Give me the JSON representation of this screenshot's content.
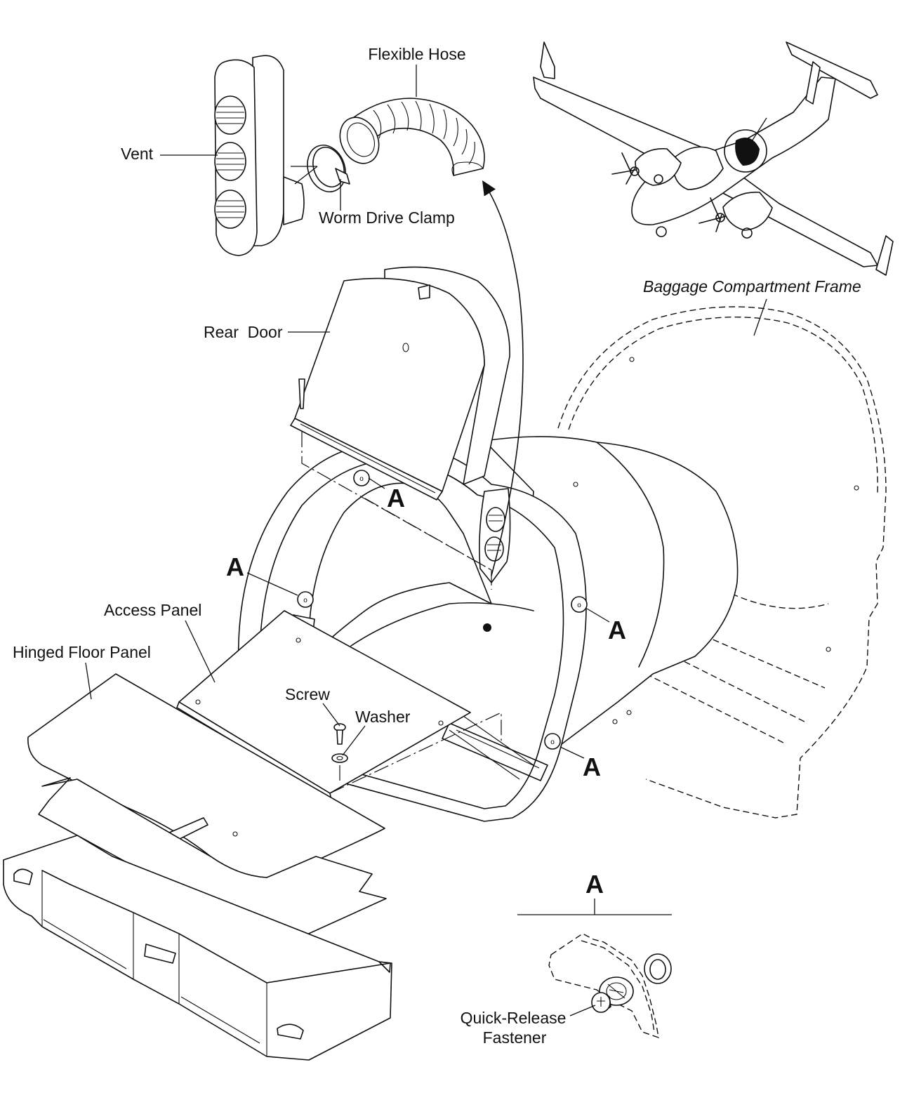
{
  "labels": {
    "flexible_hose": "Flexible Hose",
    "vent": "Vent",
    "worm_drive_clamp": "Worm Drive Clamp",
    "baggage_compartment_frame": "Baggage Compartment Frame",
    "rear_door": "Rear  Door",
    "access_panel": "Access Panel",
    "hinged_floor_panel": "Hinged Floor Panel",
    "screw": "Screw",
    "washer": "Washer",
    "quick_release_fastener_line1": "Quick-Release",
    "quick_release_fastener_line2": "Fastener"
  },
  "callouts": {
    "a1": "A",
    "a2": "A",
    "a3": "A",
    "a4": "A",
    "detail_title": "A"
  },
  "colors": {
    "line": "#111111",
    "background": "#ffffff",
    "gasket": "#bbbbbb"
  }
}
